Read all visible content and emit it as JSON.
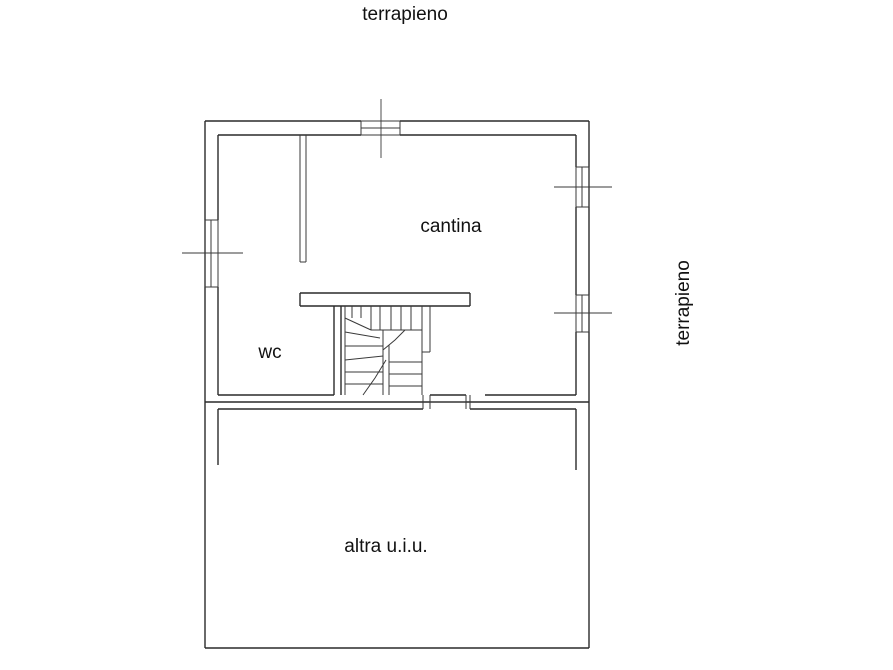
{
  "labels": {
    "top_outside": "terrapieno",
    "right_outside": "terrapieno",
    "main_room": "cantina",
    "bathroom": "wc",
    "lower_unit": "altra u.i.u."
  }
}
